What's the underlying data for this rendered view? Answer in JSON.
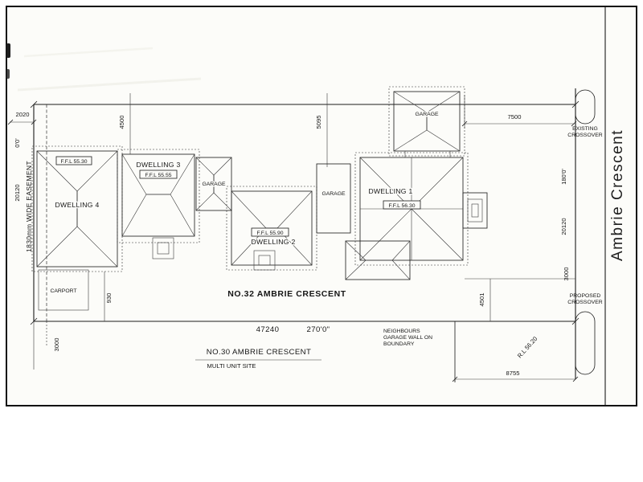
{
  "street": {
    "name": "Ambrie Crescent",
    "existing_crossover": [
      "EXISTING",
      "CROSSOVER"
    ],
    "proposed_crossover": [
      "PROPOSED",
      "CROSSOVER"
    ]
  },
  "boundaries": {
    "left": {
      "length": "20120",
      "bearing": "0'0'",
      "easement": "1830mm WIDE EASEMENT"
    },
    "right": {
      "length": "20120",
      "bearing": "180'0'"
    },
    "front": {
      "length": "47240",
      "bearing": "270'0\""
    }
  },
  "dimensions": {
    "offset_2020": "2020",
    "d3_side_4500": "4500",
    "d2_side_5095": "5095",
    "garage_front_7500": "7500",
    "right_verge_3000": "3000",
    "left_rear_3000": "3000",
    "rear_4501": "4501",
    "carport_930": "930",
    "front_8755": "8755",
    "reduced_level": "R.L 56.20"
  },
  "dwellings": {
    "d1": {
      "label": "DWELLING 1",
      "ffl": "F.F.L 56.30"
    },
    "d2": {
      "label": "DWELLING 2",
      "ffl": "F.F.L 55.90"
    },
    "d3": {
      "label": "DWELLING 3",
      "ffl": "F.F.L 55.55"
    },
    "d4": {
      "label": "DWELLING 4",
      "ffl": "F.F.L 55.30"
    }
  },
  "labels": {
    "garage": "GARAGE",
    "carport": "CARPORT"
  },
  "site": {
    "subject_address": "NO.32 AMBRIE CRESCENT",
    "neighbour_address": "NO.30 AMBRIE CRESCENT",
    "neighbour_subtitle": "MULTI UNIT SITE",
    "boundary_note": [
      "NEIGHBOURS",
      "GARAGE WALL ON",
      "BOUNDARY"
    ]
  }
}
